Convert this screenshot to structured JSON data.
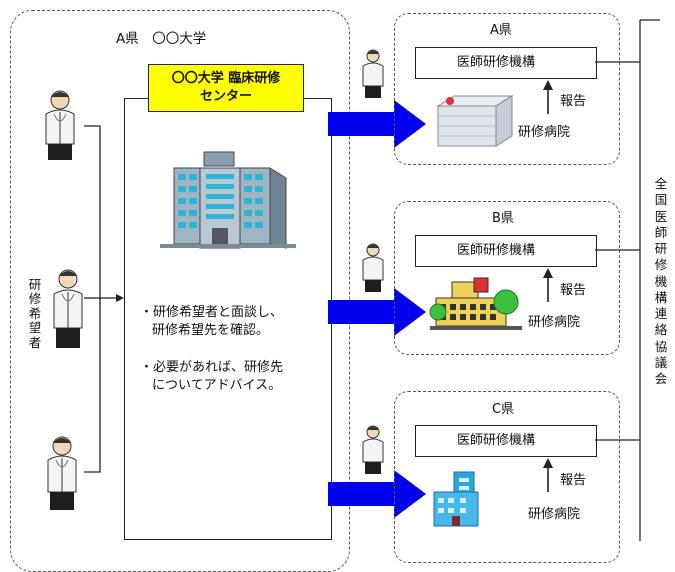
{
  "university_region": {
    "label": "A県　〇〇大学",
    "center_title_line1": "〇〇大学 臨床研修",
    "center_title_line2": "センター",
    "bullet1_line1": "・研修希望者と面談し、",
    "bullet1_line2": "研修希望先を確認。",
    "bullet2_line1": "・必要があれば、研修先",
    "bullet2_line2": "についてアドバイス。"
  },
  "applicants_label": "研修希望者",
  "prefectures": [
    {
      "label": "A県",
      "org": "医師研修機構",
      "report": "報告",
      "hospital": "研修病院"
    },
    {
      "label": "B県",
      "org": "医師研修機構",
      "report": "報告",
      "hospital": "研修病院"
    },
    {
      "label": "C県",
      "org": "医師研修機構",
      "report": "報告",
      "hospital": "研修病院"
    }
  ],
  "council_label": "全国医師研修機構連絡協議会",
  "colors": {
    "center_title_bg": "#ffff00",
    "arrow_blue": "#0000ee"
  }
}
